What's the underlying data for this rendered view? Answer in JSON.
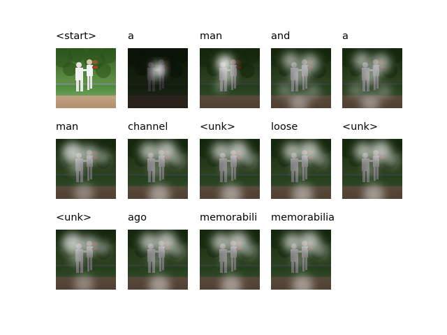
{
  "figure": {
    "panels": [
      {
        "word": "<start>",
        "attention": "none"
      },
      {
        "word": "a",
        "attention": "center-spot"
      },
      {
        "word": "man",
        "attention": "center-wide"
      },
      {
        "word": "and",
        "attention": "diffuse"
      },
      {
        "word": "a",
        "attention": "diffuse"
      },
      {
        "word": "man",
        "attention": "diffuse-top-left"
      },
      {
        "word": "channel",
        "attention": "diffuse-top"
      },
      {
        "word": "<unk>",
        "attention": "diffuse-top"
      },
      {
        "word": "loose",
        "attention": "diffuse-top"
      },
      {
        "word": "<unk>",
        "attention": "diffuse-top"
      },
      {
        "word": "<unk>",
        "attention": "diffuse-top-left"
      },
      {
        "word": "ago",
        "attention": "diffuse-top"
      },
      {
        "word": "memorabili",
        "attention": "diffuse-top"
      },
      {
        "word": "memorabilia",
        "attention": "diffuse-top"
      }
    ],
    "colors": {
      "background": "#ffffff",
      "text": "#000000",
      "grass": "#4a7a3c",
      "trees": "#3d6a2a",
      "dirt": "#b89a78"
    }
  }
}
